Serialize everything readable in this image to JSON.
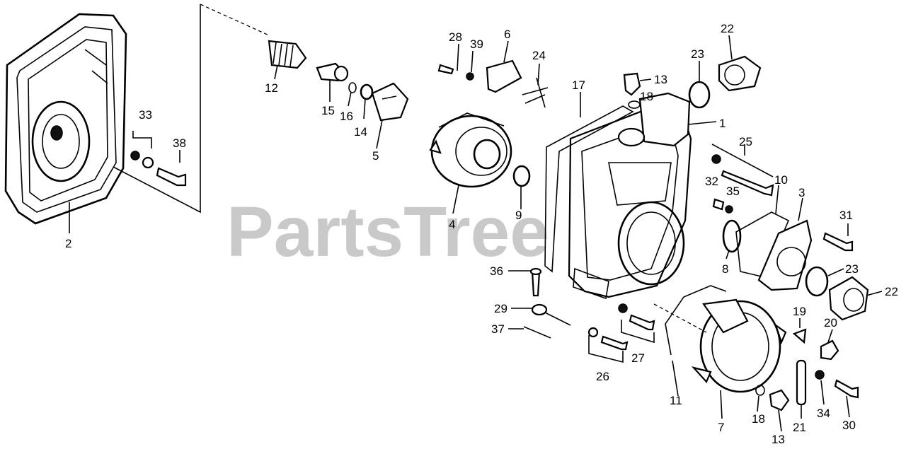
{
  "watermark": "PartsTree",
  "callouts": {
    "c1": "1",
    "c2": "2",
    "c3": "3",
    "c4": "4",
    "c5": "5",
    "c6": "6",
    "c7": "7",
    "c8": "8",
    "c9": "9",
    "c10": "10",
    "c11": "11",
    "c12": "12",
    "c13a": "13",
    "c13b": "13",
    "c14": "14",
    "c15": "15",
    "c16": "16",
    "c17": "17",
    "c18a": "18",
    "c18b": "18",
    "c19": "19",
    "c20": "20",
    "c21": "21",
    "c22a": "22",
    "c22b": "22",
    "c23a": "23",
    "c23b": "23",
    "c24": "24",
    "c25": "25",
    "c26": "26",
    "c27": "27",
    "c28": "28",
    "c29": "29",
    "c30": "30",
    "c31": "31",
    "c32": "32",
    "c33": "33",
    "c34": "34",
    "c35": "35",
    "c36": "36",
    "c37": "37",
    "c38": "38",
    "c39": "39"
  }
}
